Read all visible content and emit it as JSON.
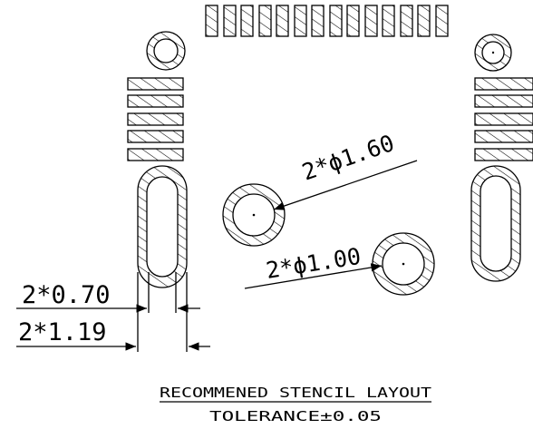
{
  "dimensions": {
    "pin_hole_diameter": "2*ϕ1.60",
    "mount_hole_diameter": "2*ϕ1.00",
    "slot_width_inner": "2*0.70",
    "slot_width_outer": "2*1.19"
  },
  "footer": {
    "title": "RECOMMENED STENCIL LAYOUT",
    "tolerance": "TOLERANCE±0.05"
  },
  "colors": {
    "ink": "#000000",
    "background": "#ffffff"
  }
}
